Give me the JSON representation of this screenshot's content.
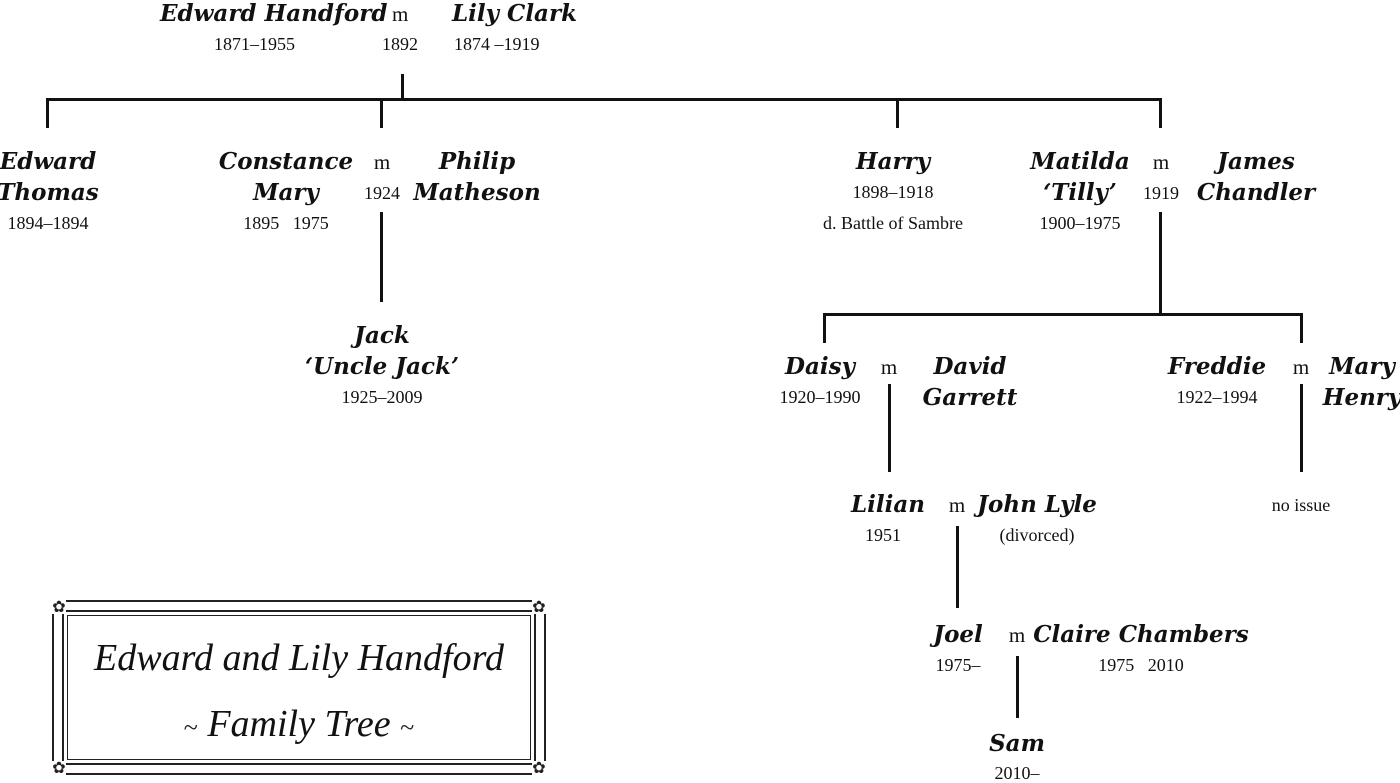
{
  "title": {
    "line1": "Edward and Lily Handford",
    "line2": "Family Tree",
    "ornament_left": "~",
    "ornament_right": "~"
  },
  "marriage_symbol": "m",
  "people": {
    "edward_handford": {
      "name": "Edward Handford",
      "dates": "1871–1955"
    },
    "lily_clark": {
      "name": "Lily Clark",
      "dates": "1874 –1919"
    },
    "edward_thomas": {
      "name_line1": "Edward",
      "name_line2": "Thomas",
      "dates": "1894–1894"
    },
    "constance_mary": {
      "name_line1": "Constance",
      "name_line2": "Mary",
      "dates": "1895   1975"
    },
    "philip_matheson": {
      "name_line1": "Philip",
      "name_line2": "Matheson"
    },
    "harry": {
      "name": "Harry",
      "dates": "1898–1918",
      "note": "d. Battle of Sambre"
    },
    "matilda": {
      "name_line1": "Matilda",
      "name_line2": "‘Tilly’",
      "dates": "1900–1975"
    },
    "james_chandler": {
      "name_line1": "James",
      "name_line2": "Chandler"
    },
    "jack": {
      "name_line1": "Jack",
      "name_line2": "‘Uncle Jack’",
      "dates": "1925–2009"
    },
    "daisy": {
      "name": "Daisy",
      "dates": "1920–1990"
    },
    "david_garrett": {
      "name_line1": "David",
      "name_line2": "Garrett"
    },
    "freddie": {
      "name": "Freddie",
      "dates": "1922–1994"
    },
    "mary_henry": {
      "name_line1": "Mary",
      "name_line2": "Henry"
    },
    "lilian": {
      "name": "Lilian",
      "dates": "1951"
    },
    "john_lyle": {
      "name": "John Lyle",
      "note": "(divorced)"
    },
    "joel": {
      "name": "Joel",
      "dates": "1975–"
    },
    "claire_chambers": {
      "name": "Claire Chambers",
      "dates": "1975   2010"
    },
    "sam": {
      "name": "Sam",
      "dates": "2010–"
    }
  },
  "marriages": {
    "edward_lily": "1892",
    "constance_philip": "1924",
    "matilda_james": "1919"
  },
  "notes": {
    "freddie_mary": "no issue"
  }
}
